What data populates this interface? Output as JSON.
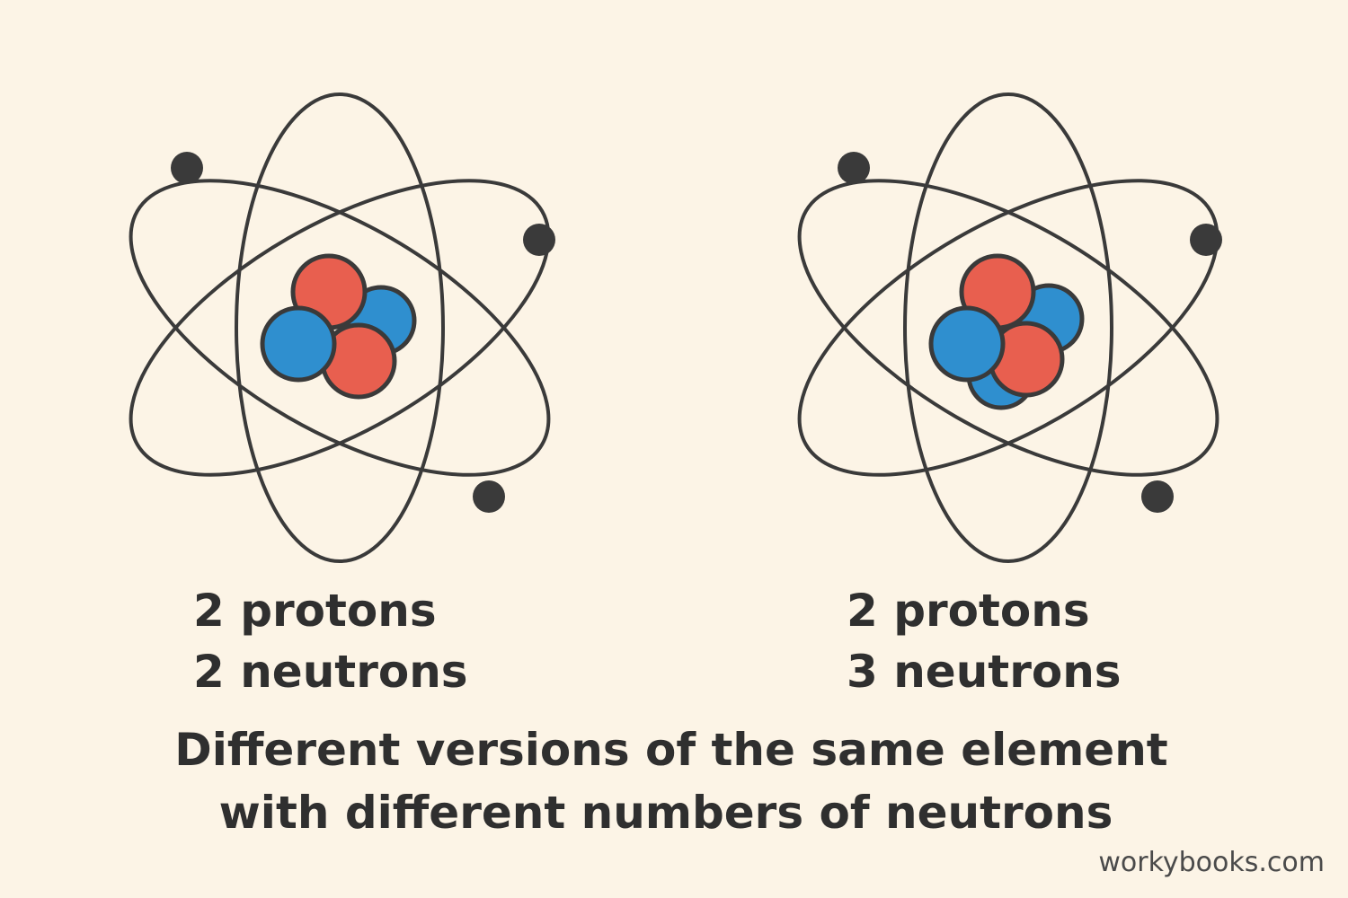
{
  "colors": {
    "background": "#fcf4e6",
    "proton": "#e85f4f",
    "neutron": "#2f8fcf",
    "outline": "#3a3a3a"
  },
  "atoms": [
    {
      "protons_label": "2 protons",
      "neutrons_label": "2 neutrons",
      "protons": 2,
      "neutrons": 2,
      "electrons": 3
    },
    {
      "protons_label": "2 protons",
      "neutrons_label": "3 neutrons",
      "protons": 2,
      "neutrons": 3,
      "electrons": 3
    }
  ],
  "caption": {
    "line1": "Different versions of the same element",
    "line2": "with different numbers of neutrons"
  },
  "watermark": "workybooks.com"
}
